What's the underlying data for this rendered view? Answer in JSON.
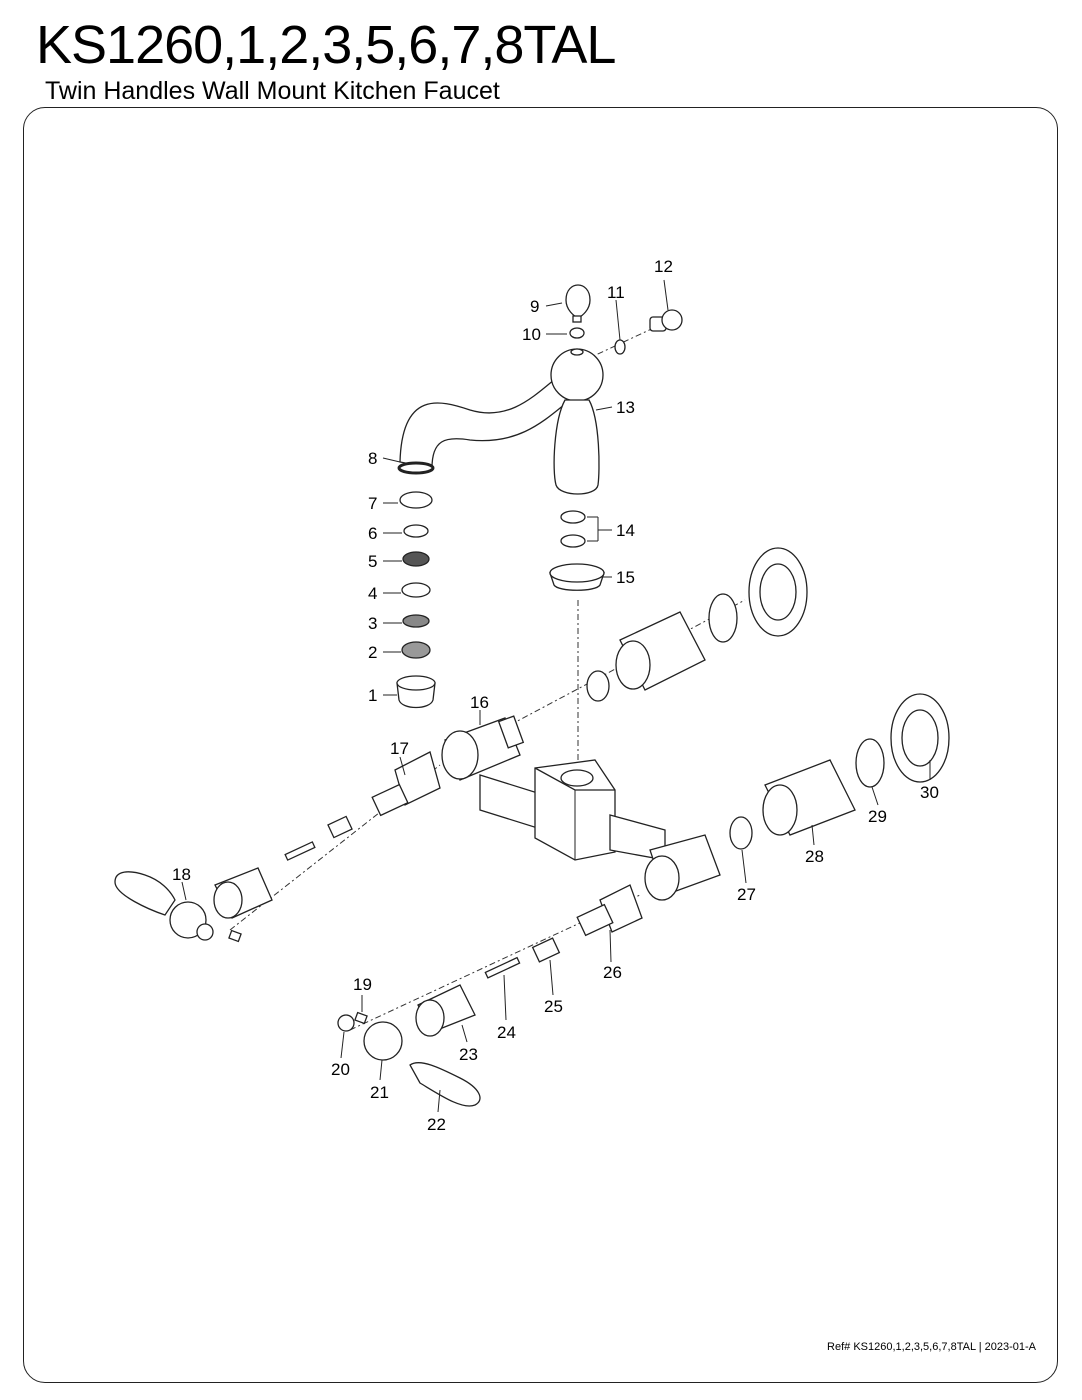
{
  "header": {
    "title": "KS1260,1,2,3,5,6,7,8TAL",
    "subtitle": "Twin Handles Wall Mount Kitchen Faucet"
  },
  "footer": {
    "reference": "Ref# KS1260,1,2,3,5,6,7,8TAL | 2023-01-A"
  },
  "callouts": [
    "1",
    "2",
    "3",
    "4",
    "5",
    "6",
    "7",
    "8",
    "9",
    "10",
    "11",
    "12",
    "13",
    "14",
    "15",
    "16",
    "17",
    "18",
    "19",
    "20",
    "21",
    "22",
    "23",
    "24",
    "25",
    "26",
    "27",
    "28",
    "29",
    "30"
  ]
}
